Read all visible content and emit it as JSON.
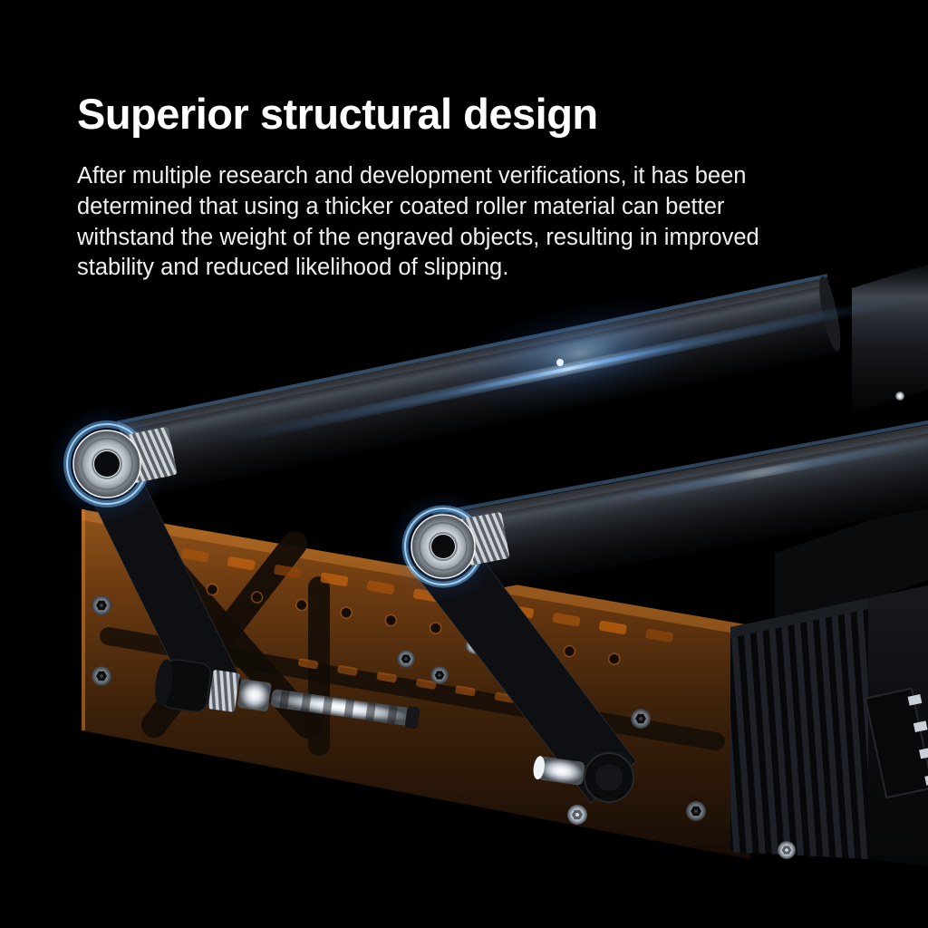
{
  "page": {
    "background": "#000000"
  },
  "header": {
    "title": "Superior structural design"
  },
  "body": {
    "paragraph": "After multiple research and development verifications, it has been determined that using a thicker coated roller material can better withstand the weight of the engraved objects, resulting in improved stability and reduced likelihood of slipping."
  },
  "illustration": {
    "description": "3D render of a laser engraver rotary roller module: two long dark coated rollers angled up to the right, silver drive pulleys with glowing blue rings, black drive belts, a translucent amber chassis plate with slots and hex bolts, a tension knob with lead screw, and a finned stepper motor with wire connector on the right",
    "colors": {
      "glow_blue": "#5ab5ff",
      "chassis_amber": "#8a4a12",
      "roller_gray": "#2e3238",
      "metal_silver": "#d7dde3",
      "background": "#000000",
      "text": "#ffffff"
    }
  }
}
